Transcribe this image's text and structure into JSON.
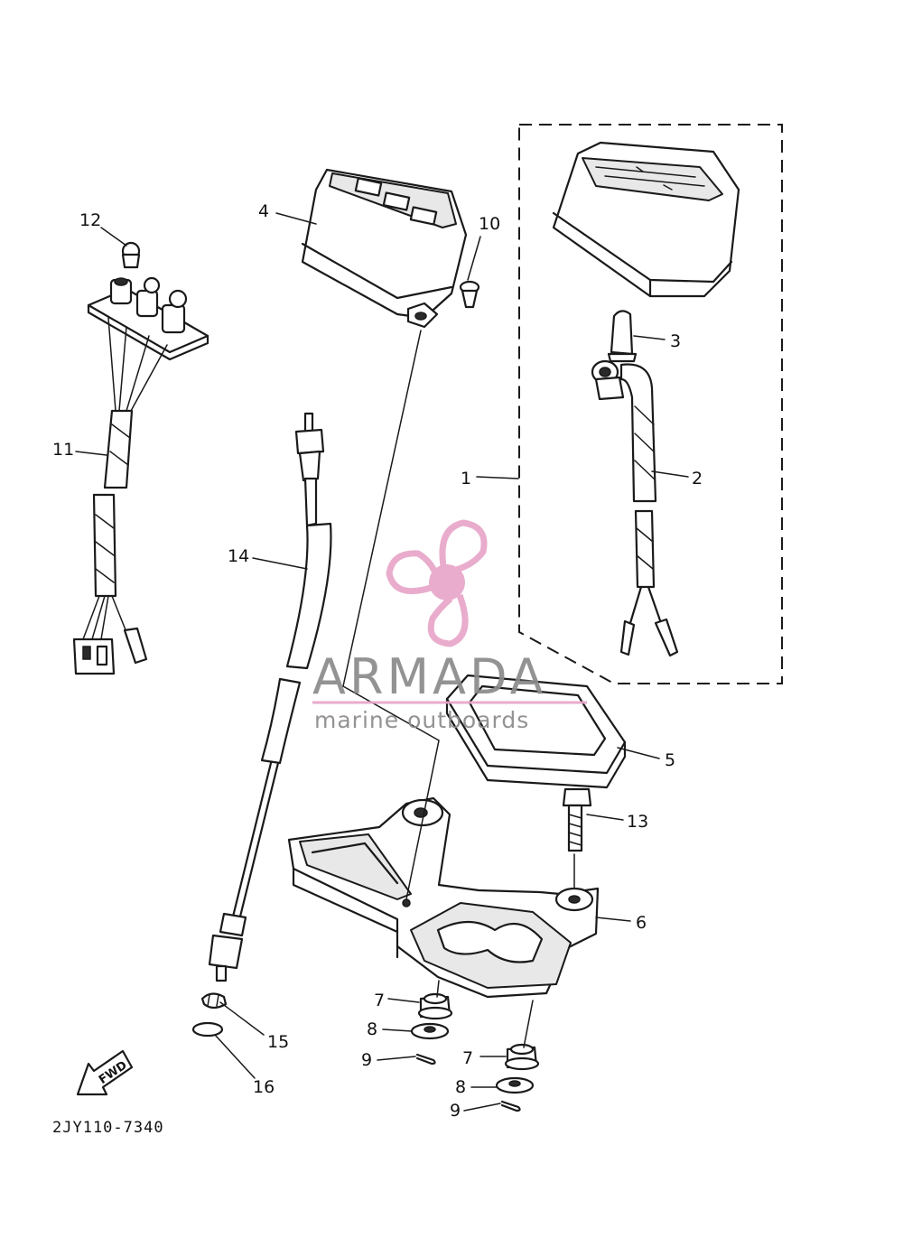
{
  "diagram": {
    "code": "2JY110-7340",
    "fwd_label": "FWD",
    "callouts": [
      {
        "id": "c1",
        "label": "1"
      },
      {
        "id": "c2",
        "label": "2"
      },
      {
        "id": "c3",
        "label": "3"
      },
      {
        "id": "c4",
        "label": "4"
      },
      {
        "id": "c5",
        "label": "5"
      },
      {
        "id": "c6",
        "label": "6"
      },
      {
        "id": "c7a",
        "label": "7"
      },
      {
        "id": "c7b",
        "label": "7"
      },
      {
        "id": "c8a",
        "label": "8"
      },
      {
        "id": "c8b",
        "label": "8"
      },
      {
        "id": "c9a",
        "label": "9"
      },
      {
        "id": "c9b",
        "label": "9"
      },
      {
        "id": "c10",
        "label": "10"
      },
      {
        "id": "c11",
        "label": "11"
      },
      {
        "id": "c12",
        "label": "12"
      },
      {
        "id": "c13",
        "label": "13"
      },
      {
        "id": "c14",
        "label": "14"
      },
      {
        "id": "c15",
        "label": "15"
      },
      {
        "id": "c16",
        "label": "16"
      }
    ]
  },
  "watermark": {
    "brand": "ARMADA",
    "tagline": "marine outboards",
    "logo_icon": "propeller-icon",
    "color": "#e8a6c8"
  }
}
